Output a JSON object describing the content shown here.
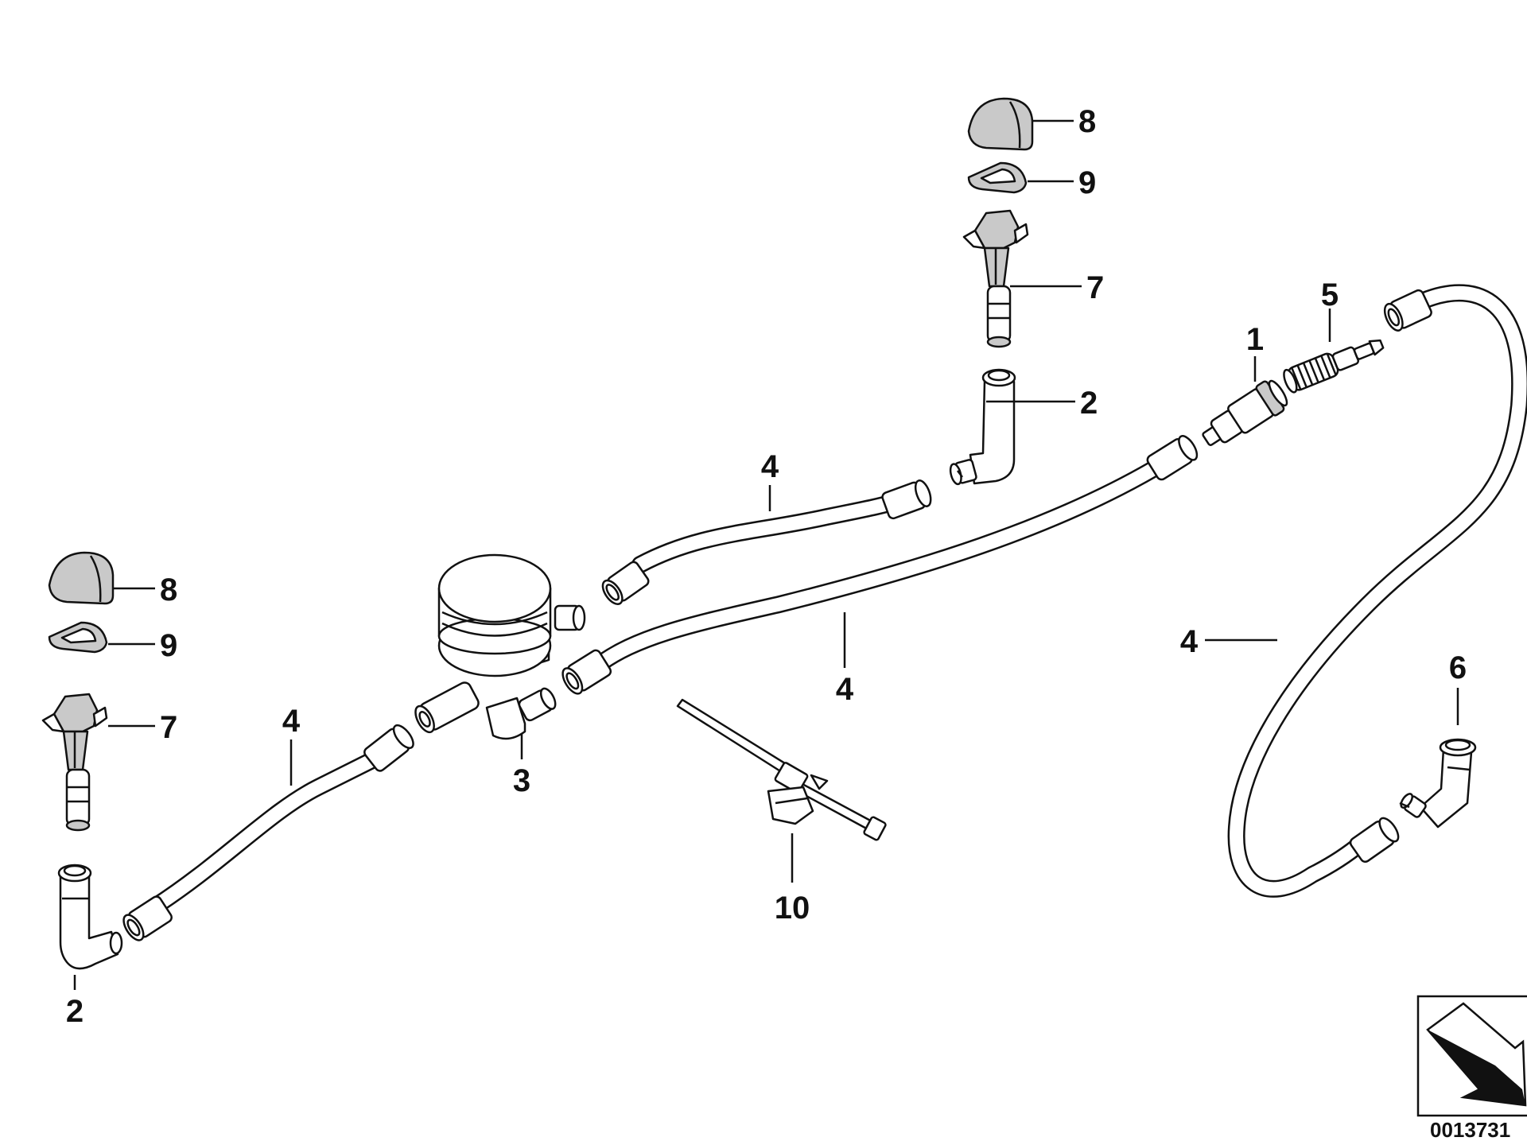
{
  "callouts": {
    "c1": "1",
    "c2_top": "2",
    "c2_bottom": "2",
    "c3": "3",
    "c4_upper": "4",
    "c4_middle": "4",
    "c4_left": "4",
    "c4_right": "4",
    "c5": "5",
    "c6": "6",
    "c7_top": "7",
    "c7_left": "7",
    "c8_top": "8",
    "c8_left": "8",
    "c9_top": "9",
    "c9_left": "9",
    "c10": "10"
  },
  "diagram_code": "0013731"
}
